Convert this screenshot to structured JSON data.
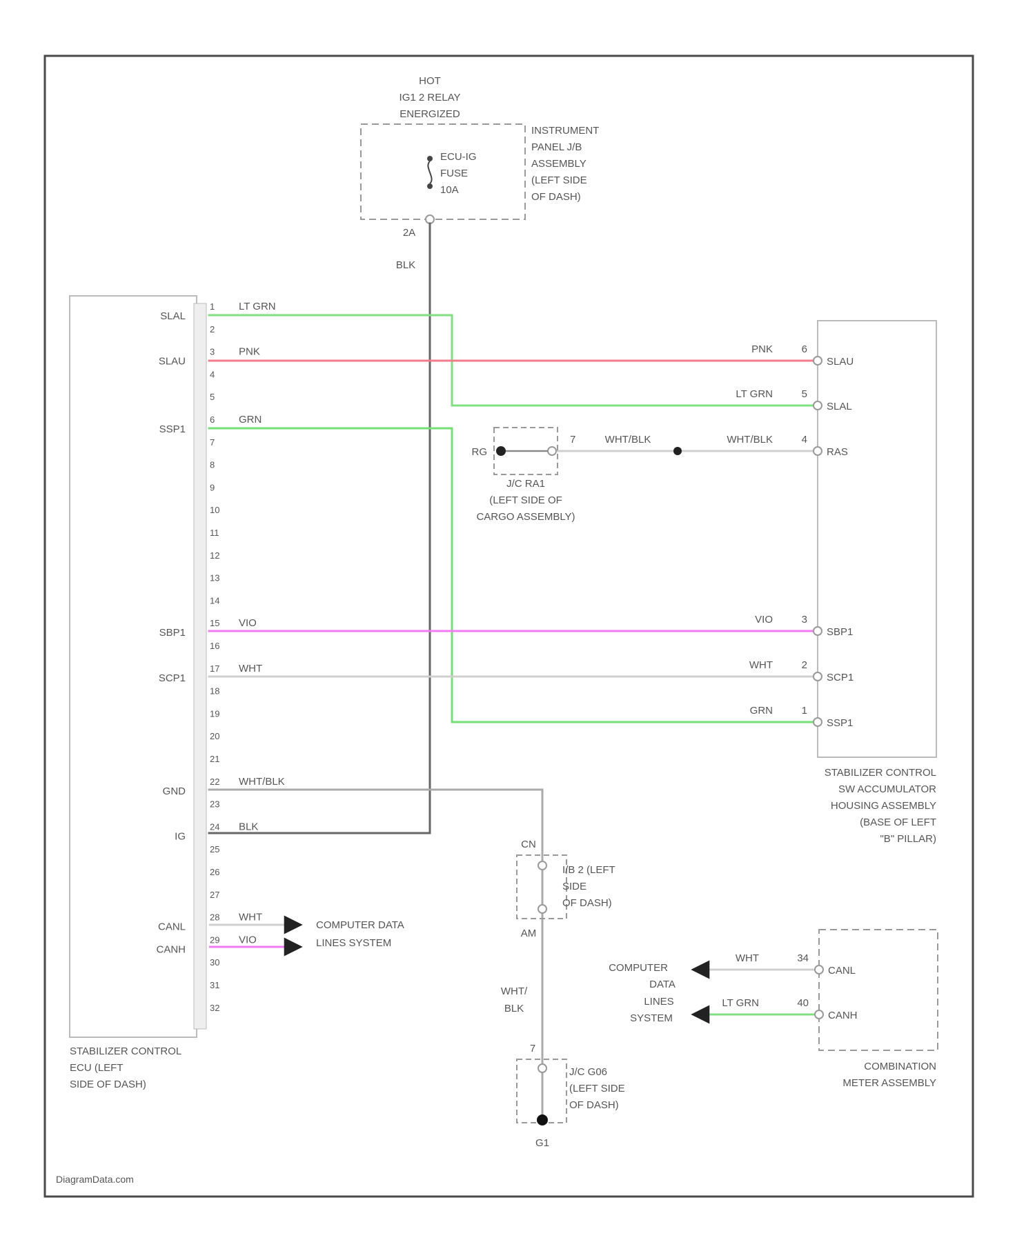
{
  "colors": {
    "frame": "#4a4a4a",
    "dash": "#999999",
    "wire_lt_grn": "#7fe07f",
    "wire_pnk": "#f27b8b",
    "wire_grn": "#73e073",
    "wire_vio": "#f27bf2",
    "wire_wht": "#cfcfcf",
    "wire_wht_blk": "#aaaaaa",
    "wire_blk": "#666666"
  },
  "power": {
    "hot_label": "HOT",
    "relay_label": "IG1 2 RELAY",
    "energized_label": "ENERGIZED",
    "fuse_name": "ECU-IG",
    "fuse_word": "FUSE",
    "fuse_rating": "10A",
    "connector_id": "2A",
    "ground_wire": "BLK",
    "jb_name": [
      "INSTRUMENT",
      "PANEL J/B",
      "ASSEMBLY",
      "(LEFT SIDE",
      "OF DASH)"
    ]
  },
  "ecu": {
    "name": [
      "STABILIZER CONTROL",
      "ECU (LEFT",
      "SIDE OF DASH)"
    ],
    "pin_numbers": [
      "1",
      "2",
      "3",
      "4",
      "5",
      "6",
      "7",
      "8",
      "9",
      "10",
      "11",
      "12",
      "13",
      "14",
      "15",
      "16",
      "17",
      "18",
      "19",
      "20",
      "21",
      "22",
      "23",
      "24",
      "25",
      "26",
      "27",
      "28",
      "29",
      "30",
      "31",
      "32"
    ],
    "pin_labels": [
      {
        "pin": "1",
        "label": "SLAL"
      },
      {
        "pin": "3",
        "label": "SLAU"
      },
      {
        "pin": "6",
        "label": "SSP1"
      },
      {
        "pin": "15",
        "label": "SBP1"
      },
      {
        "pin": "17",
        "label": "SCP1"
      },
      {
        "pin": "22",
        "label": "GND"
      },
      {
        "pin": "24",
        "label": "IG"
      },
      {
        "pin": "28",
        "label": "CANL"
      },
      {
        "pin": "29",
        "label": "CANH"
      }
    ]
  },
  "accumulator": {
    "name": [
      "STABILIZER CONTROL",
      "SW ACCUMULATOR",
      "HOUSING ASSEMBLY",
      "(BASE OF LEFT",
      "\"B\" PILLAR)"
    ],
    "pins": [
      {
        "label": "SLAU",
        "pin": "6",
        "wire": "PNK"
      },
      {
        "label": "SLAL",
        "pin": "5",
        "wire": "LT GRN"
      },
      {
        "label": "RAS",
        "pin": "4",
        "wire": "WHT/BLK"
      },
      {
        "label": "SBP1",
        "pin": "3",
        "wire": "VIO"
      },
      {
        "label": "SCP1",
        "pin": "2",
        "wire": "WHT"
      },
      {
        "label": "SSP1",
        "pin": "1",
        "wire": "GRN"
      }
    ]
  },
  "ecu_wires": [
    {
      "pin": "1",
      "wire": "LT GRN"
    },
    {
      "pin": "3",
      "wire": "PNK"
    },
    {
      "pin": "6",
      "wire": "GRN"
    },
    {
      "pin": "15",
      "wire": "VIO"
    },
    {
      "pin": "17",
      "wire": "WHT"
    },
    {
      "pin": "22",
      "wire": "WHT/BLK"
    },
    {
      "pin": "24",
      "wire": "BLK"
    },
    {
      "pin": "28",
      "wire": "WHT"
    },
    {
      "pin": "29",
      "wire": "VIO"
    }
  ],
  "junction_ra1": {
    "ground": "RG",
    "pin": "7",
    "wire": "WHT/BLK",
    "name": [
      "J/C RA1",
      "(LEFT SIDE OF",
      "CARGO ASSEMBLY)"
    ]
  },
  "can_system": [
    "COMPUTER DATA",
    "LINES SYSTEM"
  ],
  "junction_ib": {
    "top_connector": "CN",
    "bottom_connector": "AM",
    "name": [
      "I/B 2 (LEFT",
      "SIDE",
      "OF DASH)"
    ]
  },
  "ground_wire": [
    "WHT/",
    "BLK"
  ],
  "junction_gr": {
    "pin": "7",
    "name": [
      "J/C G06",
      "(LEFT SIDE",
      "OF DASH)"
    ],
    "ground_point": "G1"
  },
  "meter": {
    "name": [
      "COMBINATION",
      "METER ASSEMBLY"
    ],
    "pins": [
      {
        "label": "CANL",
        "pin": "34",
        "wire": "WHT"
      },
      {
        "label": "CANH",
        "pin": "40",
        "wire": "LT GRN"
      }
    ],
    "system": [
      "COMPUTER",
      "DATA",
      "LINES",
      "SYSTEM"
    ]
  },
  "watermark": "DiagramData.com"
}
